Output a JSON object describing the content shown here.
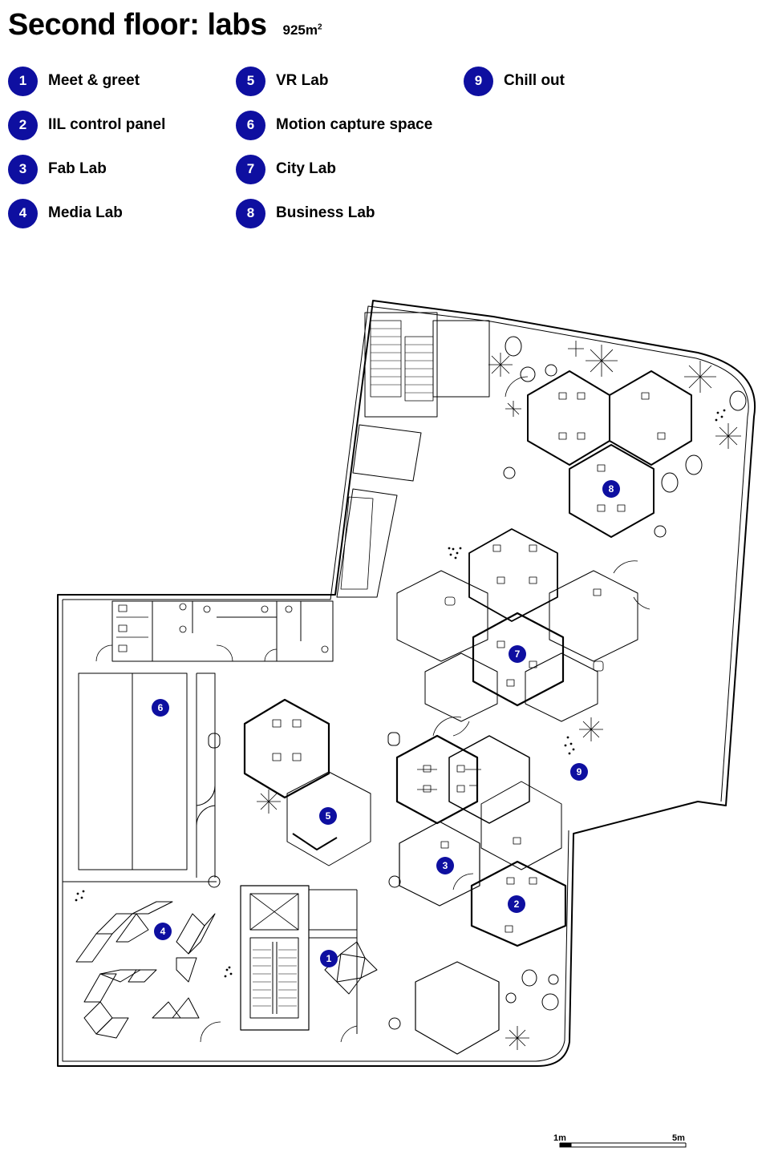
{
  "header": {
    "title": "Second floor: labs",
    "area_value": "925m",
    "area_unit_sup": "2"
  },
  "legend": [
    {
      "number": "1",
      "label": "Meet & greet"
    },
    {
      "number": "2",
      "label": "IIL control panel"
    },
    {
      "number": "3",
      "label": "Fab Lab"
    },
    {
      "number": "4",
      "label": "Media Lab"
    },
    {
      "number": "5",
      "label": "VR Lab"
    },
    {
      "number": "6",
      "label": "Motion capture space"
    },
    {
      "number": "7",
      "label": "City Lab"
    },
    {
      "number": "8",
      "label": "Business Lab"
    },
    {
      "number": "9",
      "label": "Chill out"
    }
  ],
  "map_badges": [
    "1",
    "2",
    "3",
    "4",
    "5",
    "6",
    "7",
    "8",
    "9"
  ],
  "scale": {
    "start_label": "1m",
    "end_label": "5m"
  },
  "colors": {
    "badge": "#0e0fa0",
    "line": "#000000"
  }
}
